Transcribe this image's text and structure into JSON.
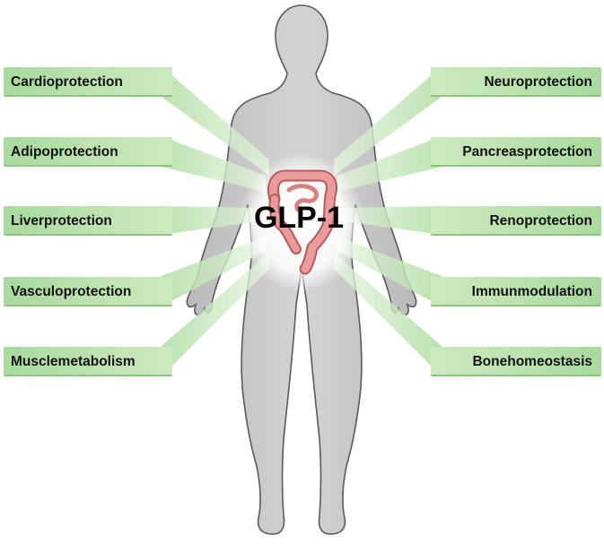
{
  "center_label": "GLP-1",
  "left_labels": [
    "Cardioprotection",
    "Adipoprotection",
    "Liverprotection",
    "Vasculoprotection",
    "Musclemetabolism"
  ],
  "right_labels": [
    "Neuroprotection",
    "Pancreasprotection",
    "Renoprotection",
    "Immunmodulation",
    "Bonehomeostasis"
  ],
  "colors": {
    "ray_green": "#a9d99e",
    "body_gray": "#c8c8c8",
    "body_outline": "#5a5a5a",
    "intestine_red": "#e07b7b"
  }
}
